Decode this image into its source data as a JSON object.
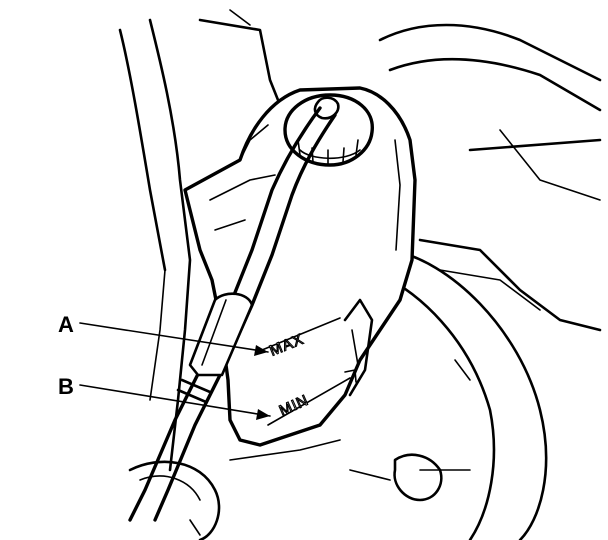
{
  "callouts": {
    "a": {
      "letter": "A"
    },
    "b": {
      "letter": "B"
    }
  },
  "reservoir_marks": {
    "max": "MAX",
    "min": "MIN"
  },
  "colors": {
    "line": "#000000",
    "background": "#ffffff"
  }
}
